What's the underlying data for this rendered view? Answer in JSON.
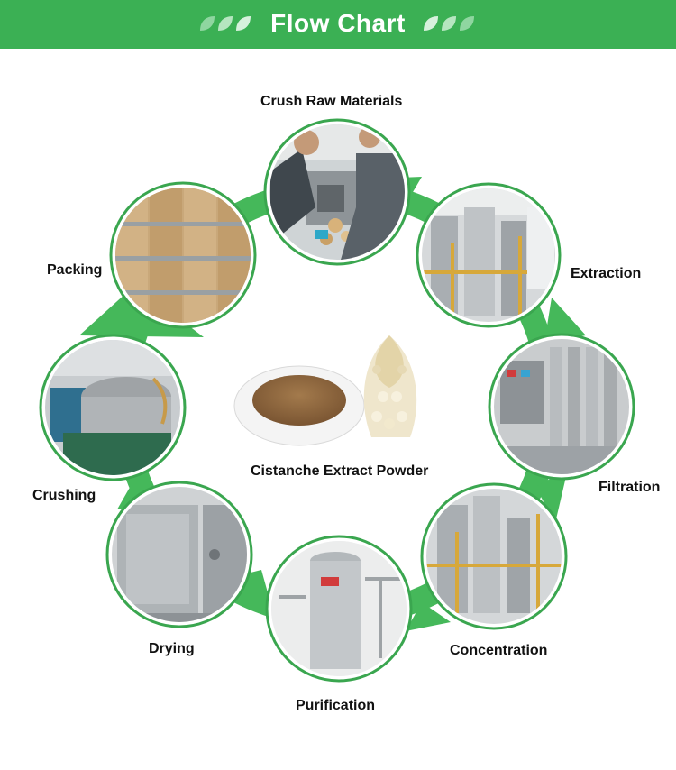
{
  "header": {
    "title": "Flow Chart"
  },
  "center": {
    "label": "Cistanche Extract Powder"
  },
  "stages": [
    {
      "label": "Crush Raw Materials",
      "photo": "workers-feeding-machine"
    },
    {
      "label": "Extraction",
      "photo": "extraction-tanks"
    },
    {
      "label": "Filtration",
      "photo": "filtration-equipment"
    },
    {
      "label": "Concentration",
      "photo": "concentration-tanks"
    },
    {
      "label": "Purification",
      "photo": "purification-tank"
    },
    {
      "label": "Drying",
      "photo": "drying-oven"
    },
    {
      "label": "Crushing",
      "photo": "crushing-machine"
    },
    {
      "label": "Packing",
      "photo": "fiber-drums"
    }
  ],
  "colors": {
    "accent": "#3bb054",
    "ring": "#45b85a",
    "circle_border": "#3aa64f"
  }
}
